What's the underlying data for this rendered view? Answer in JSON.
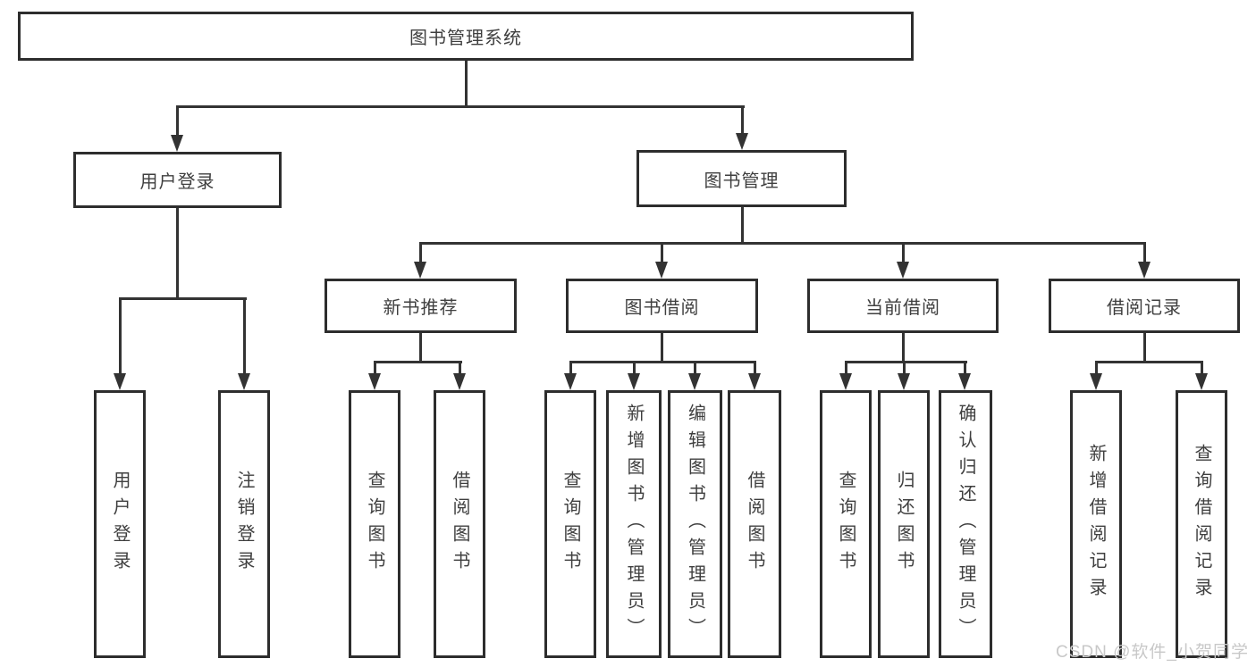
{
  "diagram_type": "function-structure-tree",
  "tree": {
    "label": "图书管理系统",
    "children": [
      {
        "label": "用户登录",
        "children": [
          {
            "label": "用户登录"
          },
          {
            "label": "注销登录"
          }
        ]
      },
      {
        "label": "图书管理",
        "children": [
          {
            "label": "新书推荐",
            "children": [
              {
                "label": "查询图书"
              },
              {
                "label": "借阅图书"
              }
            ]
          },
          {
            "label": "图书借阅",
            "children": [
              {
                "label": "查询图书"
              },
              {
                "label": "新增图书（管理员）"
              },
              {
                "label": "编辑图书（管理员）"
              },
              {
                "label": "借阅图书"
              }
            ]
          },
          {
            "label": "当前借阅",
            "children": [
              {
                "label": "查询图书"
              },
              {
                "label": "归还图书"
              },
              {
                "label": "确认归还（管理员）"
              }
            ]
          },
          {
            "label": "借阅记录",
            "children": [
              {
                "label": "新增借阅记录"
              },
              {
                "label": "查询借阅记录"
              }
            ]
          }
        ]
      }
    ]
  },
  "watermark": "CSDN @软件_小贺同学",
  "colors": {
    "node_fill": "#ffffff",
    "node_border": "#2d2d2d",
    "connector": "#333333",
    "text": "#3f3f3f",
    "watermark": "#c8c8c8",
    "page_background": "#ffffff"
  }
}
